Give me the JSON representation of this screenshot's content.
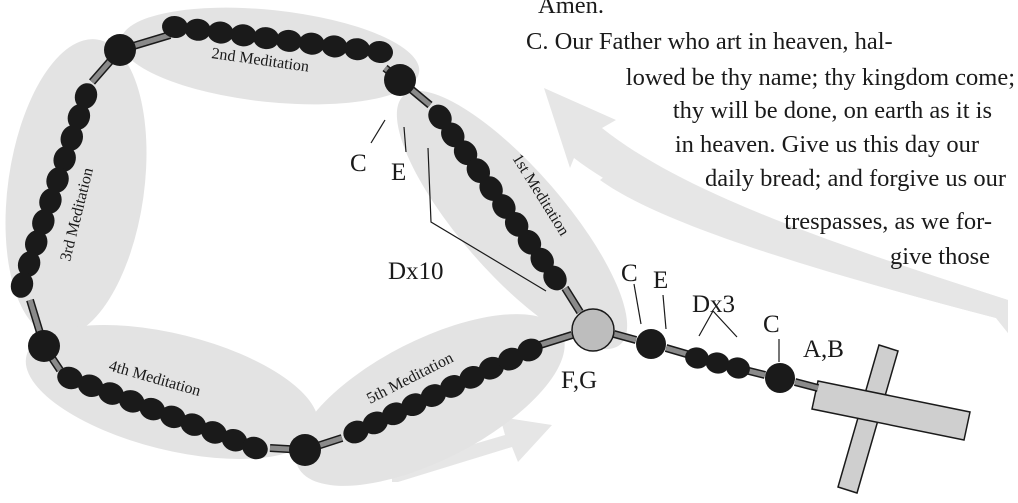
{
  "meditations": [
    "1st Meditation",
    "2nd Meditation",
    "3rd Meditation",
    "4th Meditation",
    "5th Meditation"
  ],
  "bead_labels": {
    "c_top": "C",
    "e_top": "E",
    "dx10": "Dx10",
    "c_mid": "C",
    "e_mid": "E",
    "dx3": "Dx3",
    "c_low": "C",
    "ab": "A,B",
    "fg": "F,G"
  },
  "prayer": {
    "amen": "Amen.",
    "lines": [
      "C.  Our Father who art in heaven, hal-",
      "lowed be thy name; thy kingdom come;",
      "thy will be done, on earth as it is",
      "in heaven. Give us this day our",
      "daily bread; and forgive us our",
      "trespasses, as we for-",
      "give those"
    ]
  },
  "colors": {
    "bead": "#1a1a1a",
    "link": "#8a8a8a",
    "shading": "#e3e3e3",
    "arrow": "#e6e6e6",
    "cross": "#cfcfcf",
    "center_medal": "#bdbdbd"
  }
}
